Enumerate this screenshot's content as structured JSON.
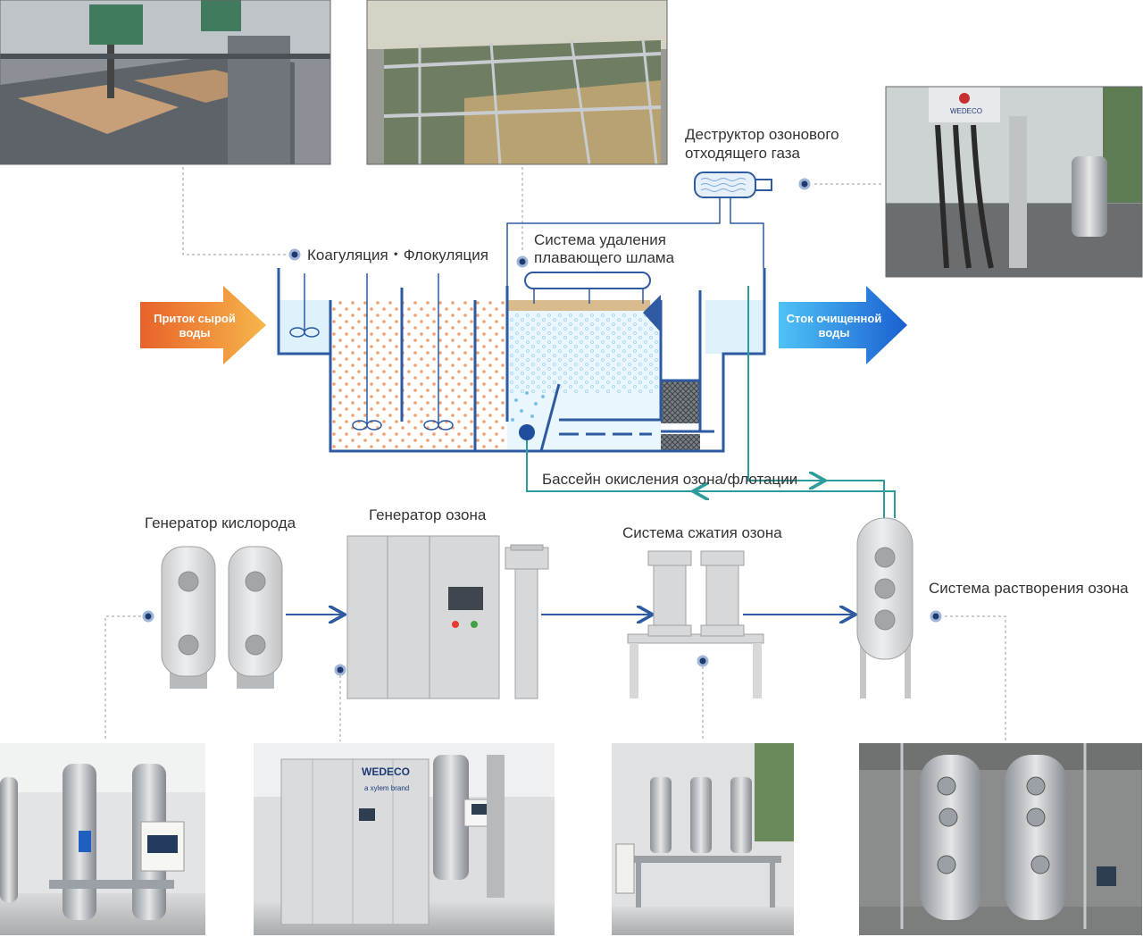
{
  "labels": {
    "destructor_line1": "Деструктор озонового",
    "destructor_line2": "отходящего газа",
    "coagulation": "Коагуляция・Флокуляция",
    "sludge_line1": "Система удаления",
    "sludge_line2": "плавающего шлама",
    "flotation_pool": "Бассейн окисления озона/флотации",
    "oxygen_generator": "Генератор кислорода",
    "ozone_generator": "Генератор озона",
    "ozone_compression": "Система сжатия озона",
    "ozone_dissolution": "Система растворения озона"
  },
  "flows": {
    "raw_inflow_line1": "Приток сырой",
    "raw_inflow_line2": "воды",
    "treated_outflow_line1": "Сток очищенной",
    "treated_outflow_line2": "воды"
  },
  "photo_text": {
    "wedeco_sign": "WEDECO",
    "generator_brand": "WEDECO",
    "generator_subbrand": "a xylem brand"
  },
  "colors": {
    "tank_blue": "#2d5aa0",
    "process_line": "#2b9b9b",
    "inflow_arrow_start": "#e8622a",
    "inflow_arrow_end": "#f6b64a",
    "outflow_arrow_start": "#4fc3f7",
    "outflow_arrow_end": "#1a5fd0",
    "equipment_gray": "#d6d8da",
    "floc_orange": "#f0a070"
  }
}
